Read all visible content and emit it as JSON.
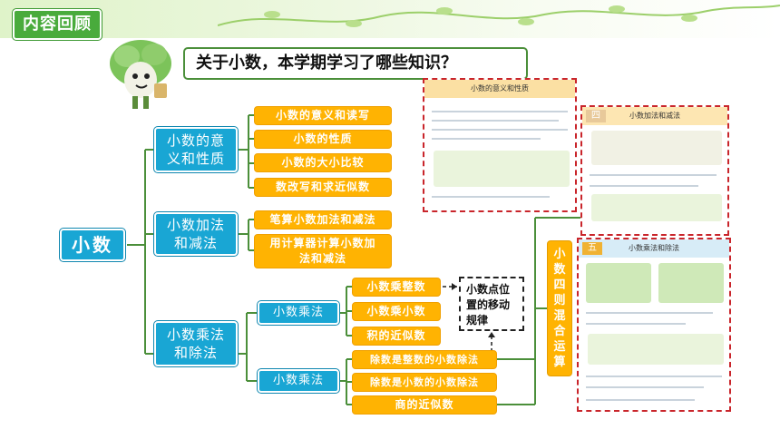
{
  "header": {
    "tag": "内容回顾"
  },
  "question": "关于小数，本学期学习了哪些知识？",
  "mindmap": {
    "root": "小数",
    "branch1": {
      "title": "小数的意义和性质",
      "title_line1": "小数的意",
      "title_line2": "义和性质",
      "items": [
        "小数的意义和读写",
        "小数的性质",
        "小数的大小比较",
        "数改写和求近似数"
      ]
    },
    "branch2": {
      "title_line1": "小数加法",
      "title_line2": "和减法",
      "items": [
        "笔算小数加法和减法",
        "用计算器计算小数加",
        "法和减法"
      ]
    },
    "branch3": {
      "title_line1": "小数乘法",
      "title_line2": "和除法",
      "sub1": {
        "label": "小数乘法",
        "items": [
          "小数乘整数",
          "小数乘小数",
          "积的近似数"
        ]
      },
      "sub2": {
        "label": "小数乘法",
        "items": [
          "除数是整数的小数除法",
          "除数是小数的小数除法",
          "商的近似数"
        ]
      }
    }
  },
  "note": {
    "line1": "小数点位",
    "line2": "置的移动",
    "line3": "规律"
  },
  "vertical_label": [
    "小",
    "数",
    "四",
    "则",
    "混",
    "合",
    "运",
    "算"
  ],
  "panels": {
    "p1": {
      "title": "小数的意义和性质"
    },
    "p2": {
      "title": "小数加法和减法",
      "badge": "四"
    },
    "p3": {
      "title": "小数乘法和除法",
      "badge": "五"
    }
  },
  "colors": {
    "green": "#49ab3c",
    "blue": "#19a6d4",
    "orange": "#ffb302",
    "red": "#c9252b"
  }
}
